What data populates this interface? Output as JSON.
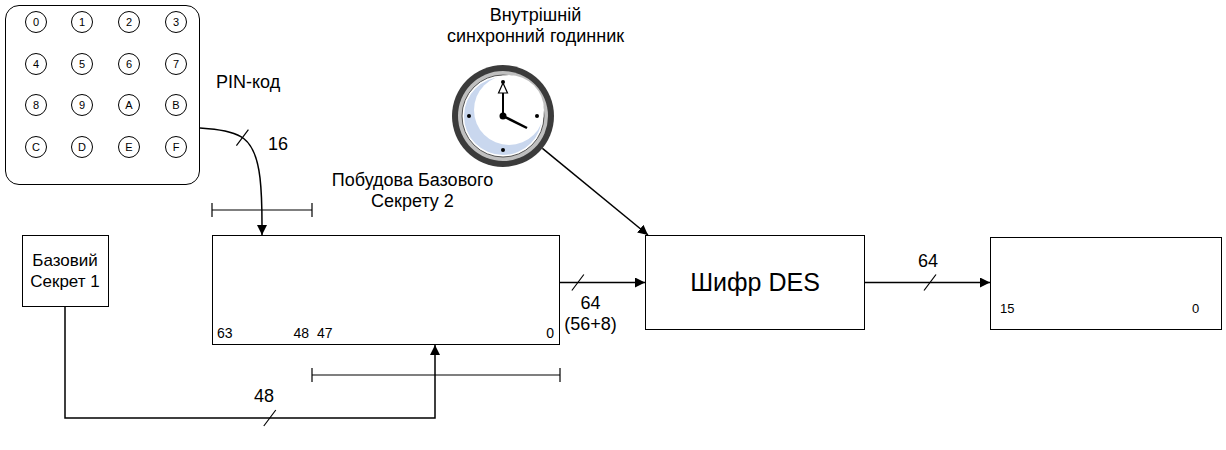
{
  "diagram": {
    "nodes": [
      {
        "text": [
          "PIN-код"
        ]
      },
      {
        "text": [
          "0"
        ],
        "in": 0
      },
      {
        "text": [
          "1"
        ],
        "in": 0
      },
      {
        "text": [
          "2"
        ],
        "in": 0
      },
      {
        "text": [
          "3"
        ],
        "in": 0
      },
      {
        "text": [
          "4"
        ],
        "in": 0
      },
      {
        "text": [
          "5"
        ],
        "in": 0
      },
      {
        "text": [
          "6"
        ],
        "in": 0
      },
      {
        "text": [
          "7"
        ],
        "in": 0
      },
      {
        "text": [
          "8"
        ],
        "in": 0
      },
      {
        "text": [
          "9"
        ],
        "in": 0
      },
      {
        "text": [
          "A"
        ],
        "in": 0
      },
      {
        "text": [
          "B"
        ],
        "in": 0
      },
      {
        "text": [
          "C"
        ],
        "in": 0
      },
      {
        "text": [
          "D"
        ],
        "in": 0
      },
      {
        "text": [
          "E"
        ],
        "in": 0
      },
      {
        "text": [
          "F"
        ],
        "in": 0
      },
      {
        "text": [
          "Внутрішній синхронний годинник"
        ]
      },
      {
        "text": [
          "Побудова Базового Секрету 2",
          "63",
          "48",
          "47",
          "0"
        ]
      },
      {
        "text": [
          "Базовий Секрет 1"
        ]
      },
      {
        "text": [
          "Шифр DES"
        ]
      },
      {
        "text": [
          "15",
          "0"
        ]
      }
    ],
    "edges": [
      {
        "from": 0,
        "to": 18,
        "label": "16",
        "arrow": "to"
      },
      {
        "from": 19,
        "to": 18,
        "label": "48",
        "arrow": "to"
      },
      {
        "from": 18,
        "to": 20,
        "label": "64 (56+8)",
        "arrow": "to"
      },
      {
        "from": 17,
        "to": 20,
        "arrow": "to"
      },
      {
        "from": 20,
        "to": 21,
        "label": "64",
        "arrow": "to"
      }
    ]
  }
}
